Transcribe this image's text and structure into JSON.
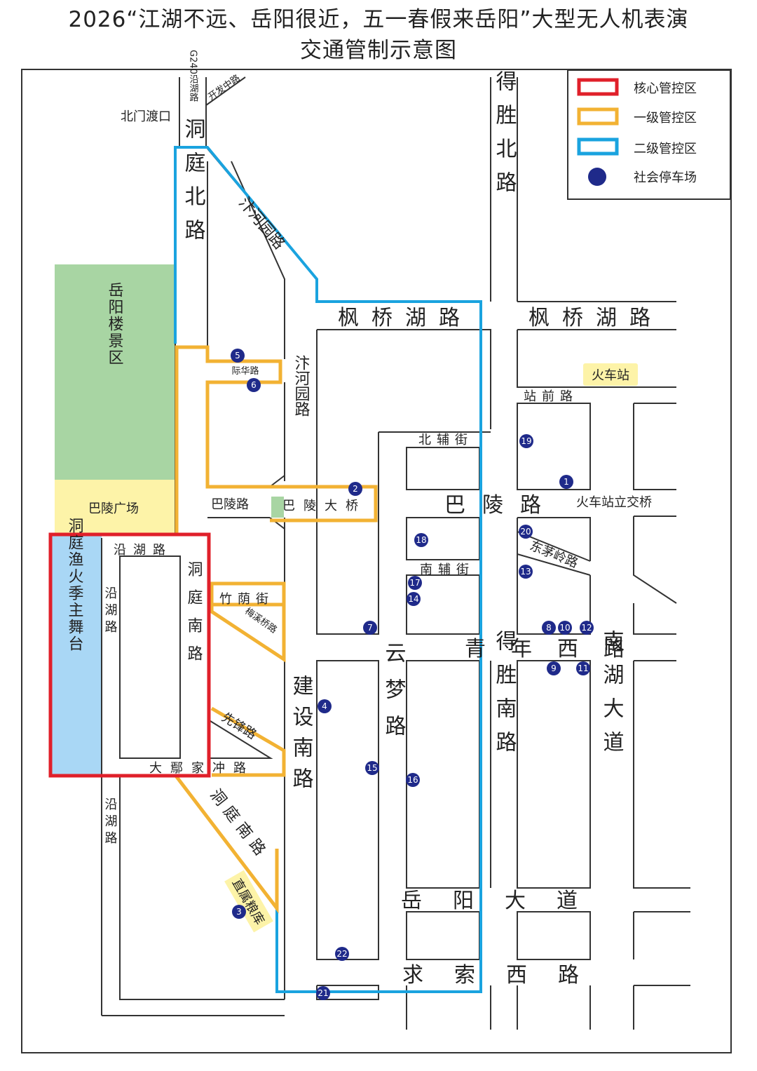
{
  "title": {
    "line1": "2026“江湖不远、岳阳很近，五一春假来岳阳”大型无人机表演",
    "line2": "交通管制示意图"
  },
  "legend": {
    "core": "核心管控区",
    "level1": "一级管控区",
    "level2": "二级管控区",
    "parking": "社会停车场"
  },
  "colors": {
    "core": "#e0202a",
    "level1": "#f2b233",
    "level2": "#1aa3df",
    "parking": "#1f2a8a",
    "green": "#a8d5a3",
    "yellow": "#fdf3a8",
    "blue": "#a9d7f5",
    "station": "#fdf3a8"
  },
  "areas": {
    "yueyanglou": "岳阳楼景区",
    "baling_square": "巴陵广场",
    "stage": "洞庭渔火季主舞台",
    "station": "火车站",
    "zhishu": "直属粮库"
  },
  "roads": {
    "g240": "G240沿湖路",
    "kaifa_zhong": "开发中路",
    "beimen_dukou": "北门渡口",
    "dongting_bei": "洞庭北路",
    "bianhe_1": "汴河园路",
    "bianhe_2": "汴河园路",
    "desheng_bei": "得胜北路",
    "fengqiao_1": "枫桥湖路",
    "fengqiao_2": "枫桥湖路",
    "jihua": "际华路",
    "zhanqian": "站前路",
    "beifu": "北辅街",
    "baling_lu_w": "巴陵路",
    "baling_bridge": "巴陵大桥",
    "baling_lu": "巴陵路",
    "station_bridge": "火车站立交桥",
    "yanhu_top": "沿湖路",
    "yanhu_side1": "沿湖路",
    "yanhu_side2": "沿湖路",
    "dongting_nan": "洞庭南路",
    "dongting_nan2": "洞庭南路",
    "zhuyin": "竹荫街",
    "meixi": "梅溪桥路",
    "xianfeng": "先锋路",
    "dazoujiachong": "大鄢家冲路",
    "jianshe_nan": "建设南路",
    "yunmeng": "云梦路",
    "desheng_nan": "得胜南路",
    "nanhu": "南湖大道",
    "nanfu": "南辅街",
    "dongmaoling": "东茅岭路",
    "qingnian_xi": "青年西路",
    "yueyang_dadao": "岳阳大道",
    "qiusuo_xi": "求索西路"
  },
  "parking_lots": [
    "1",
    "2",
    "3",
    "4",
    "5",
    "6",
    "7",
    "8",
    "9",
    "10",
    "11",
    "12",
    "13",
    "14",
    "15",
    "16",
    "17",
    "18",
    "19",
    "20",
    "21",
    "22"
  ]
}
